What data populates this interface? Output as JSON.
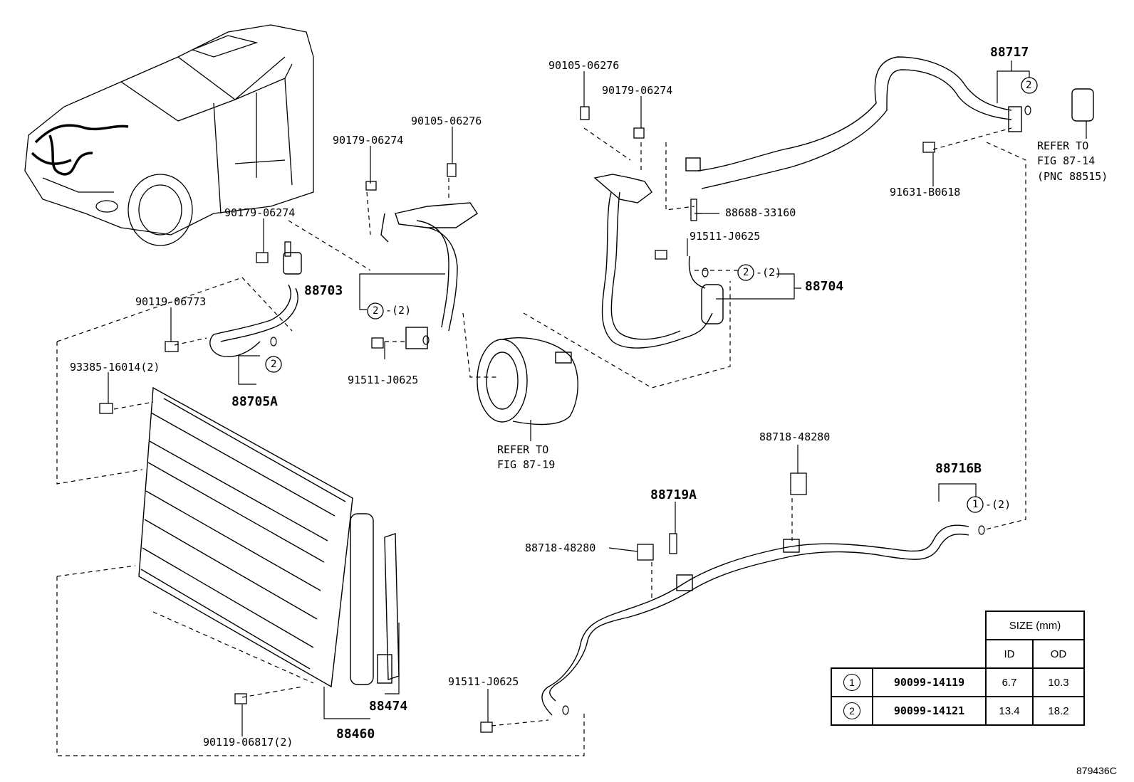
{
  "labels": {
    "p90105_a": "90105-06276",
    "p90179_a": "90179-06274",
    "p88717": "88717",
    "refer_87_14_a": "REFER TO",
    "refer_87_14_b": "FIG 87-14",
    "refer_87_14_c": "(PNC 88515)",
    "p90105_b": "90105-06276",
    "p90179_b": "90179-06274",
    "p88688": "88688-33160",
    "p91631": "91631-B0618",
    "p91511_a": "91511-J0625",
    "p90179_c": "90179-06274",
    "p88703": "88703",
    "p88704": "88704",
    "p90119_a": "90119-06773",
    "p91511_b": "91511-J0625",
    "p93385": "93385-16014(2)",
    "p88705A": "88705A",
    "refer_87_19_a": "REFER TO",
    "refer_87_19_b": "FIG 87-19",
    "p88718_a": "88718-48280",
    "p88716B": "88716B",
    "p88719A": "88719A",
    "p88718_b": "88718-48280",
    "p91511_c": "91511-J0625",
    "p88474": "88474",
    "p88460": "88460",
    "p90119_b": "90119-06817(2)",
    "fig_id": "879436C"
  },
  "callouts": {
    "c2": "2",
    "c1": "1",
    "qty2": "-(2)"
  },
  "size_table": {
    "header": "SIZE (mm)",
    "col_id": "ID",
    "col_od": "OD",
    "rows": [
      {
        "key": "1",
        "part": "90099-14119",
        "id": "6.7",
        "od": "10.3"
      },
      {
        "key": "2",
        "part": "90099-14121",
        "id": "13.4",
        "od": "18.2"
      }
    ]
  }
}
